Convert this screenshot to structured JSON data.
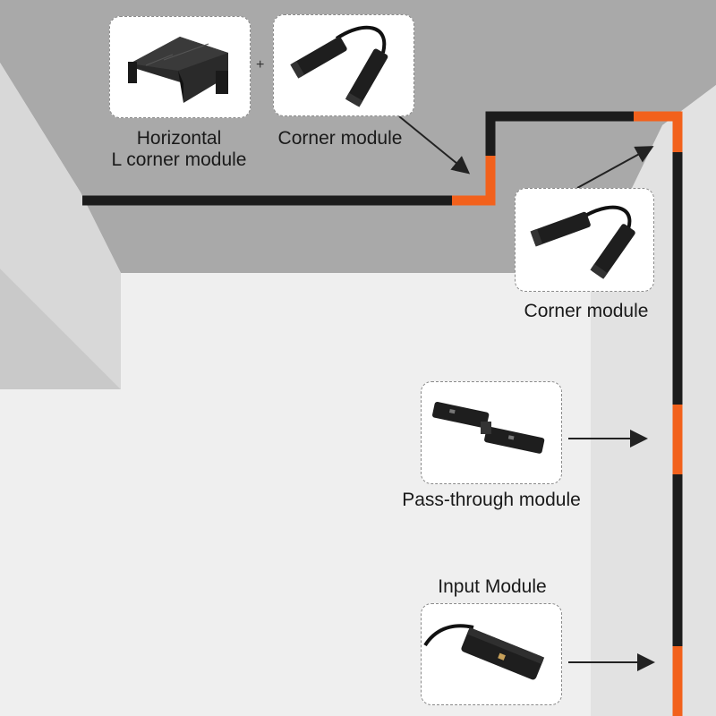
{
  "colors": {
    "ceiling": "#a9a9a9",
    "wall": "#eeeeee",
    "track": "#1c1c1c",
    "connector_highlight": "#f2611c",
    "card_border": "#8a8a8a"
  },
  "labels": {
    "horizontal_l_corner": [
      "Horizontal",
      "L corner module"
    ],
    "plus": "+",
    "corner_module_top": "Corner module",
    "corner_module_right": "Corner module",
    "pass_through": "Pass-through module",
    "input_module": "Input Module"
  },
  "icons": {
    "l_corner": "l-corner-connector-icon",
    "corner_top": "corner-module-icon",
    "corner_right": "corner-module-icon",
    "pass_through": "pass-through-connector-icon",
    "input": "input-module-icon"
  }
}
